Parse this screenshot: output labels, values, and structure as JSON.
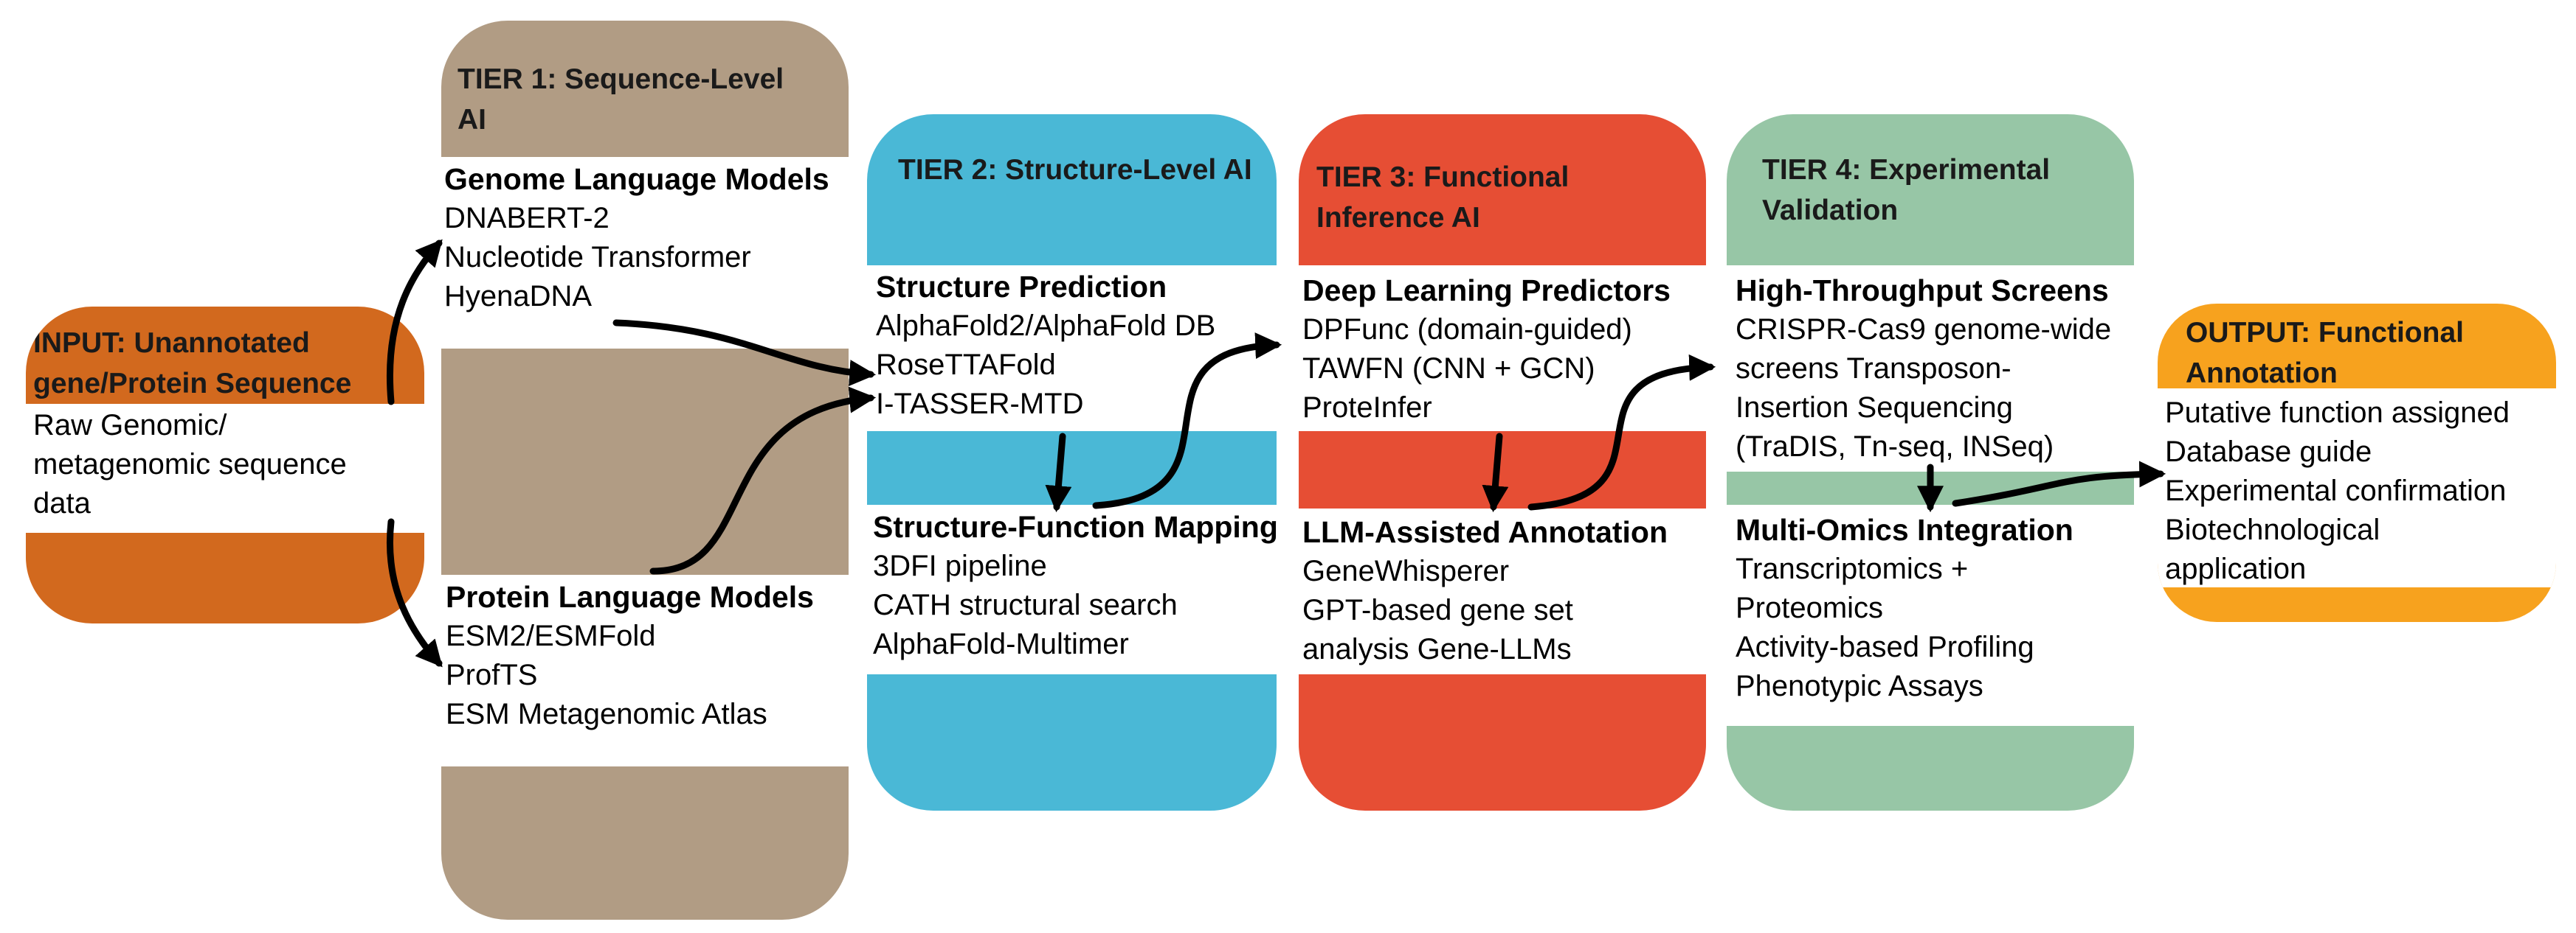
{
  "colors": {
    "input": "#D2691E",
    "tier1": "#B19C84",
    "tier2": "#4AB8D6",
    "tier3": "#E64E34",
    "tier4": "#97C6A6",
    "output": "#F7A21E",
    "arrow": "#000000"
  },
  "input": {
    "title": "INPUT: Unannotated gene/Protein Sequence",
    "items": [
      "Raw Genomic/",
      "metagenomic sequence",
      "data"
    ]
  },
  "tier1": {
    "title": "TIER 1: Sequence-Level AI",
    "sections": [
      {
        "heading": "Genome Language Models",
        "items": [
          "DNABERT-2",
          "Nucleotide Transformer",
          "HyenaDNA"
        ]
      },
      {
        "heading": "Protein Language Models",
        "items": [
          "ESM2/ESMFold",
          "ProfTS",
          "ESM Metagenomic Atlas"
        ]
      }
    ]
  },
  "tier2": {
    "title": "TIER 2: Structure-Level AI",
    "sections": [
      {
        "heading": "Structure Prediction",
        "items": [
          "AlphaFold2/AlphaFold DB",
          "RoseTTAFold",
          "I-TASSER-MTD"
        ]
      },
      {
        "heading": "Structure-Function Mapping",
        "items": [
          "3DFI pipeline",
          "CATH structural search",
          "AlphaFold-Multimer"
        ]
      }
    ]
  },
  "tier3": {
    "title": "TIER 3: Functional Inference AI",
    "sections": [
      {
        "heading": "Deep Learning Predictors",
        "items": [
          "DPFunc (domain-guided)",
          "TAWFN (CNN + GCN)",
          "ProteInfer"
        ]
      },
      {
        "heading": "LLM-Assisted Annotation",
        "items": [
          "GeneWhisperer",
          "GPT-based gene set",
          "analysis Gene-LLMs"
        ]
      }
    ]
  },
  "tier4": {
    "title": "TIER 4: Experimental Validation",
    "sections": [
      {
        "heading": "High-Throughput Screens",
        "items": [
          "CRISPR-Cas9 genome-wide",
          "screens Transposon-",
          "Insertion Sequencing",
          "(TraDIS, Tn-seq, INSeq)"
        ]
      },
      {
        "heading": "Multi-Omics Integration",
        "items": [
          "Transcriptomics +",
          "Proteomics",
          "Activity-based Profiling",
          "Phenotypic Assays"
        ]
      }
    ]
  },
  "output": {
    "title": "OUTPUT: Functional Annotation",
    "items": [
      "Putative function assigned",
      "Database guide",
      "Experimental confirmation",
      "Biotechnological",
      "application"
    ]
  }
}
